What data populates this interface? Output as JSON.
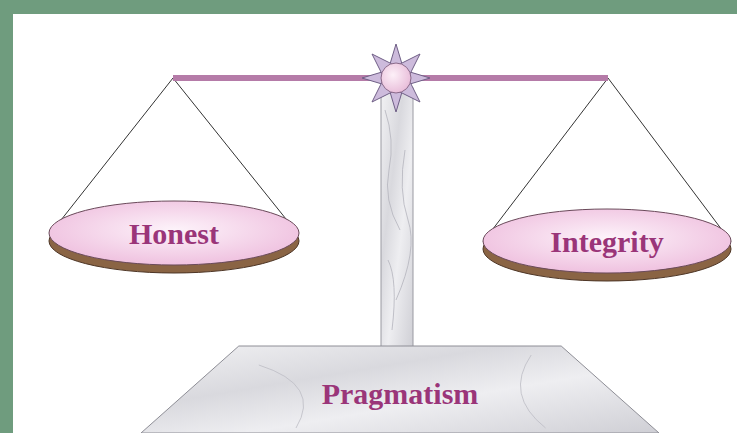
{
  "diagram": {
    "nodes": [
      {
        "text": [
          "Honest"
        ]
      },
      {
        "text": [
          "Integrity"
        ]
      },
      {
        "text": [
          "Pragmatism"
        ]
      }
    ]
  }
}
